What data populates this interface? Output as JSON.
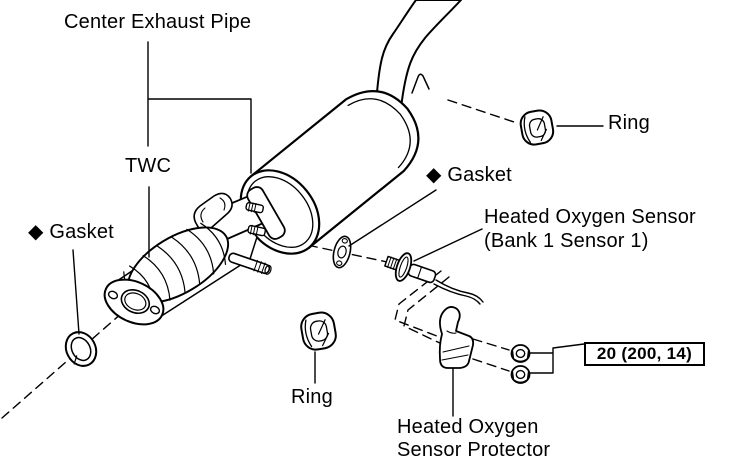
{
  "figure": {
    "type": "exploded-parts-diagram",
    "subject": "center exhaust pipe assembly"
  },
  "colors": {
    "ink": "#000000",
    "paper": "#ffffff"
  },
  "symbols": {
    "non_reusable_mark": "◆"
  },
  "labels": {
    "center_exhaust_pipe": "Center Exhaust Pipe",
    "twc": "TWC",
    "gasket_left": "◆ Gasket",
    "gasket_center": "◆ Gasket",
    "ring_right": "Ring",
    "ring_bottom": "Ring",
    "o2_sensor": {
      "line1": "Heated Oxygen Sensor",
      "line2": "(Bank 1 Sensor 1)"
    },
    "protector": {
      "line1": "Heated Oxygen",
      "line2": "Sensor Protector"
    },
    "torque_spec": "20 (200, 14)"
  }
}
